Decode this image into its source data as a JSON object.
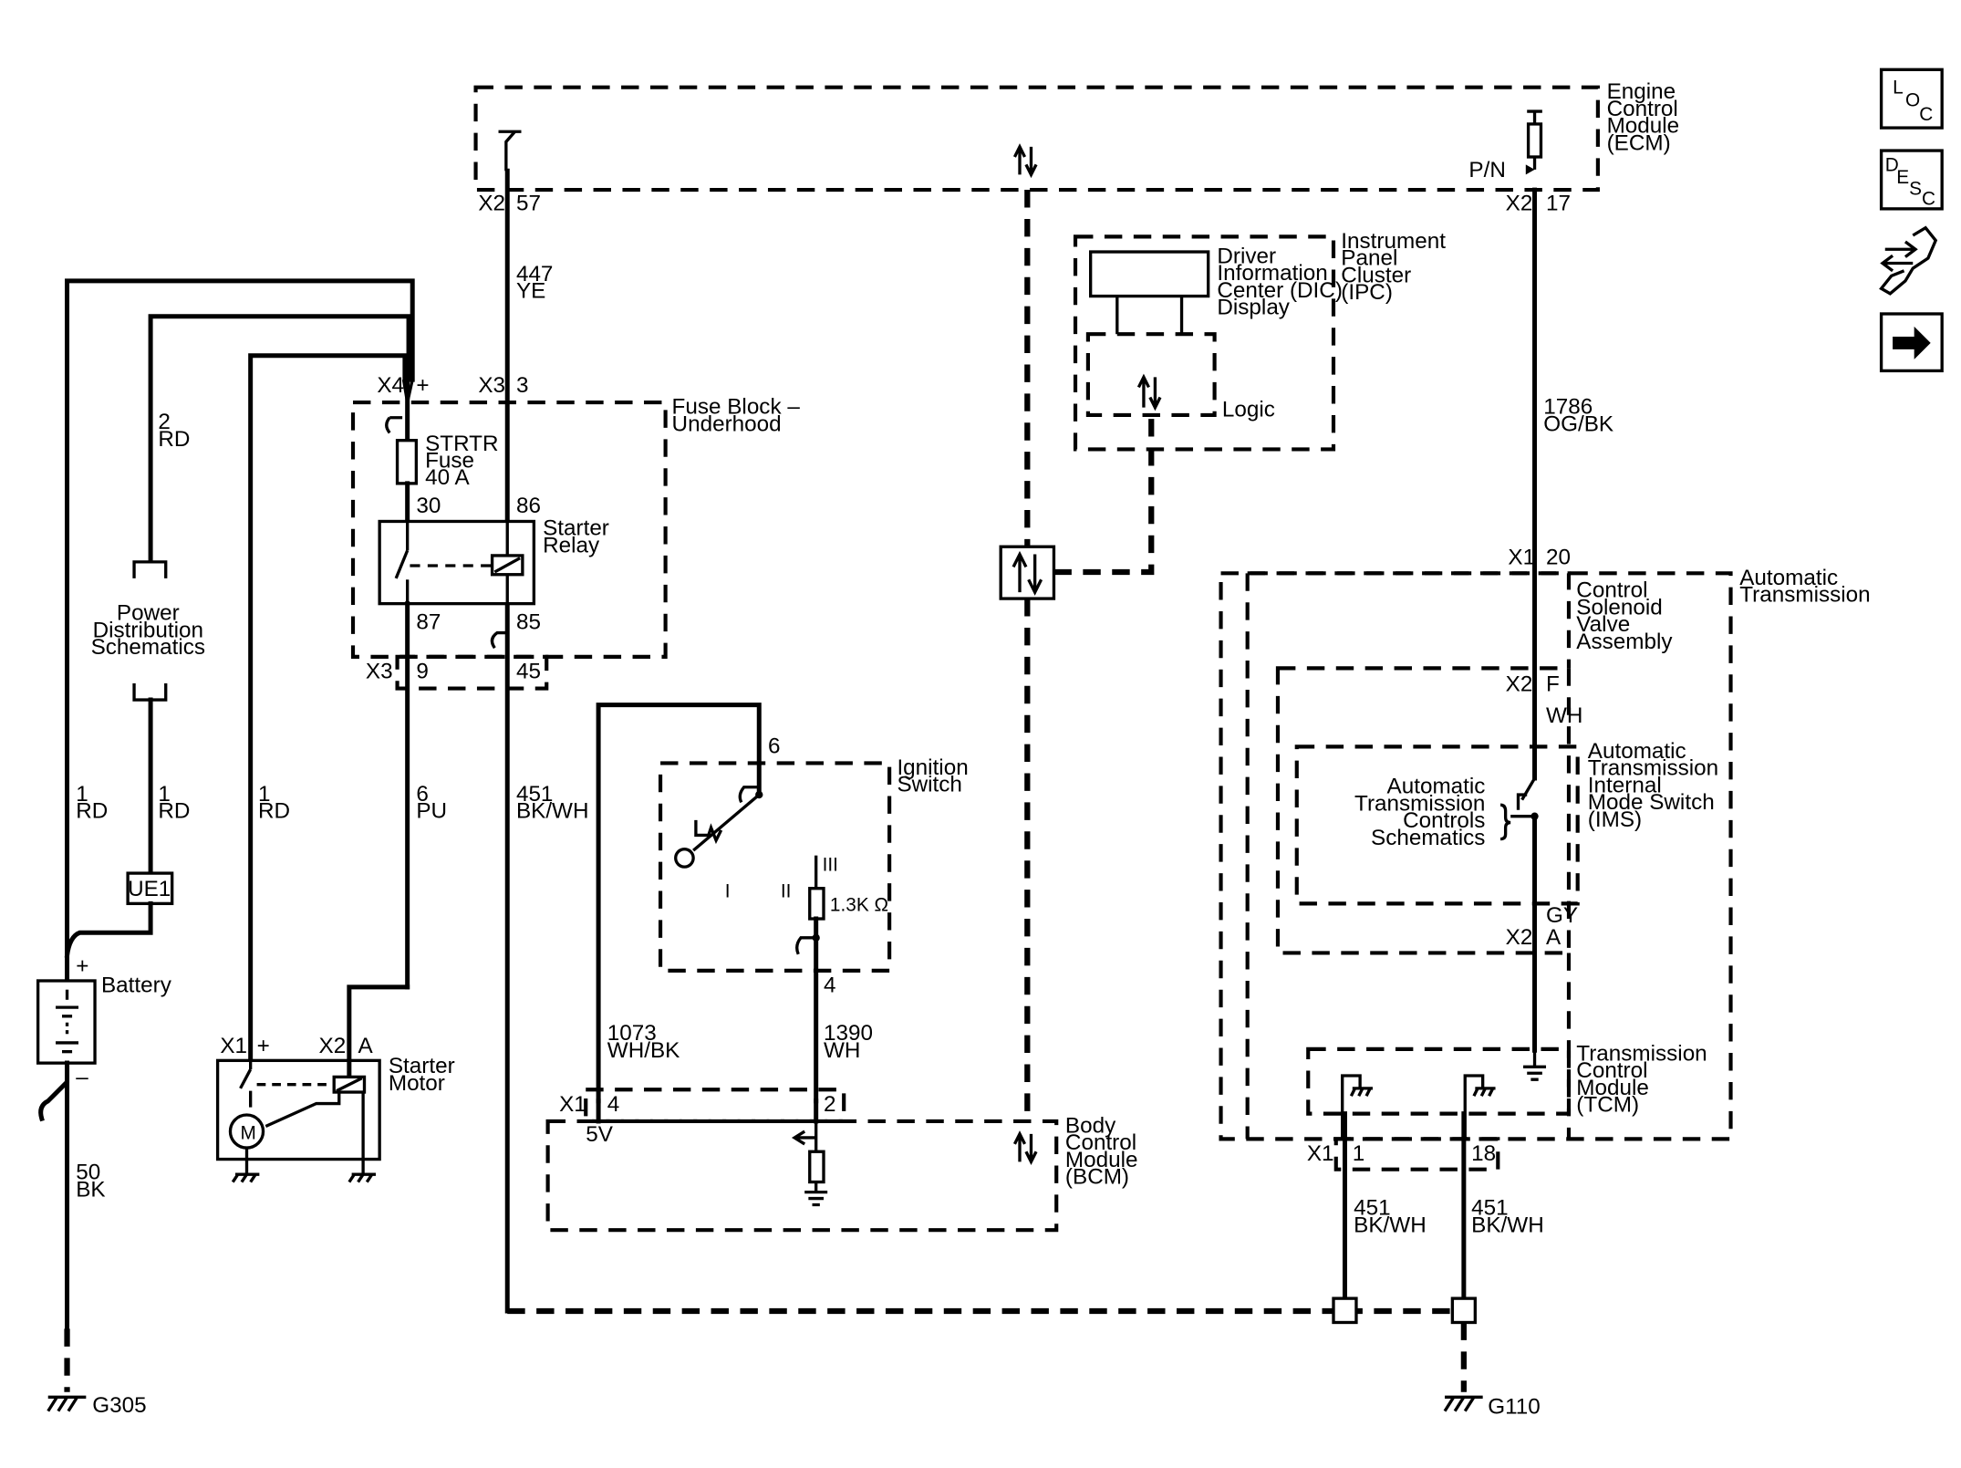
{
  "nav": {
    "loc": {
      "l1": "L",
      "l2": "O",
      "l3": "C"
    },
    "desc": {
      "l1": "D",
      "l2": "E",
      "l3": "S",
      "l4": "C"
    }
  },
  "ecm": {
    "name": [
      "Engine",
      "Control",
      "Module",
      "(ECM)"
    ],
    "pn": "P/N",
    "conn_left": "X2",
    "pin_left": "57",
    "conn_right": "X2",
    "pin_right": "17"
  },
  "ipc": {
    "name": [
      "Instrument",
      "Panel",
      "Cluster",
      "(IPC)"
    ],
    "dic": [
      "Driver",
      "Information",
      "Center (DIC)",
      "Display"
    ],
    "logic": "Logic"
  },
  "fuse_block": {
    "name": [
      "Fuse Block –",
      "Underhood"
    ],
    "conn_x4": "X4",
    "plus": "+",
    "conn_x3_top": "X3",
    "pin_3": "3",
    "fuse": [
      "STRTR",
      "Fuse",
      "40 A"
    ],
    "relay": [
      "Starter",
      "Relay"
    ],
    "pin_30": "30",
    "pin_86": "86",
    "pin_87": "87",
    "pin_85": "85",
    "conn_x3_bottom": "X3",
    "pin_9": "9",
    "pin_45": "45"
  },
  "power_dist": [
    "Power",
    "Distribution",
    "Schematics"
  ],
  "ue1": "UE1",
  "battery": {
    "label": "Battery",
    "plus": "+",
    "minus": "–"
  },
  "starter_motor": {
    "label": [
      "Starter",
      "Motor"
    ],
    "x1": "X1",
    "plus": "+",
    "x2": "X2",
    "a": "A",
    "m": "M"
  },
  "ignition": {
    "label": [
      "Ignition",
      "Switch"
    ],
    "pin_6": "6",
    "pin_4": "4",
    "pos_i": "I",
    "pos_ii": "II",
    "pos_iii": "III",
    "resistor": "1.3K Ω"
  },
  "bcm": {
    "label": [
      "Body",
      "Control",
      "Module",
      "(BCM)"
    ],
    "x1": "X1",
    "pin_4": "4",
    "pin_2": "2",
    "v5": "5V"
  },
  "wires": {
    "w447": [
      "447",
      "YE"
    ],
    "w1786": [
      "1786",
      "OG/BK"
    ],
    "w2": [
      "2",
      "RD"
    ],
    "w1a": [
      "1",
      "RD"
    ],
    "w1b": [
      "1",
      "RD"
    ],
    "w1c": [
      "1",
      "RD"
    ],
    "w6": [
      "6",
      "PU"
    ],
    "w451a": [
      "451",
      "BK/WH"
    ],
    "w1073": [
      "1073",
      "WH/BK"
    ],
    "w1390": [
      "1390",
      "WH"
    ],
    "w50": [
      "50",
      "BK"
    ],
    "w451b": [
      "451",
      "BK/WH"
    ],
    "w451c": [
      "451",
      "BK/WH"
    ],
    "wh": "WH",
    "gy": "GY"
  },
  "trans": {
    "label": [
      "Automatic",
      "Transmission"
    ],
    "csva": [
      "Control",
      "Solenoid",
      "Valve",
      "Assembly"
    ],
    "x1": "X1",
    "pin_20": "20",
    "x2f": "X2",
    "f": "F",
    "ims": [
      "Automatic",
      "Transmission",
      "Internal",
      "Mode Switch",
      "(IMS)"
    ],
    "atcs": [
      "Automatic",
      "Transmission",
      "Controls",
      "Schematics"
    ],
    "x2a": "X2",
    "a": "A",
    "tcm": [
      "Transmission",
      "Control",
      "Module",
      "(TCM)"
    ],
    "x1b": "X1",
    "pin_1": "1",
    "pin_18": "18"
  },
  "grounds": {
    "g305": "G305",
    "g110": "G110"
  }
}
